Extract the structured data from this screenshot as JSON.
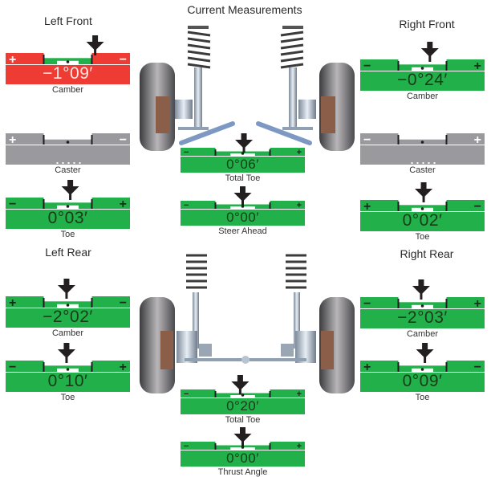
{
  "header": {
    "title": "Current Measurements"
  },
  "colors": {
    "in_spec": "#22b04a",
    "out_of_spec": "#ee3b34",
    "not_measured": "#9a9a9e",
    "pointer": "#231f20",
    "value_text_dark": "#1a3a1a",
    "value_text_light": "#fde6e2"
  },
  "sections": {
    "left_front": {
      "title": "Left Front"
    },
    "right_front": {
      "title": "Right Front"
    },
    "left_rear": {
      "title": "Left Rear"
    },
    "right_rear": {
      "title": "Right Rear"
    }
  },
  "gauges": {
    "lf_camber": {
      "label": "Camber",
      "value": "−1°09′",
      "status": "out_of_spec",
      "left_sign": "+",
      "right_sign": "−",
      "pointer_position": 0.72
    },
    "lf_caster": {
      "label": "Caster",
      "value": "",
      "status": "not_measured",
      "left_sign": "+",
      "right_sign": "−",
      "pointer_position": null
    },
    "lf_toe": {
      "label": "Toe",
      "value": "0°03′",
      "status": "in_spec",
      "left_sign": "−",
      "right_sign": "+",
      "pointer_position": 0.52
    },
    "rf_camber": {
      "label": "Camber",
      "value": "−0°24′",
      "status": "in_spec",
      "left_sign": "−",
      "right_sign": "+",
      "pointer_position": 0.56
    },
    "rf_caster": {
      "label": "Caster",
      "value": "",
      "status": "not_measured",
      "left_sign": "−",
      "right_sign": "+",
      "pointer_position": null
    },
    "rf_toe": {
      "label": "Toe",
      "value": "0°02′",
      "status": "in_spec",
      "left_sign": "+",
      "right_sign": "−",
      "pointer_position": 0.51
    },
    "front_total_toe": {
      "label": "Total Toe",
      "value": "0°06′",
      "status": "in_spec",
      "left_sign": "−",
      "right_sign": "+",
      "pointer_position": 0.51
    },
    "steer_ahead": {
      "label": "Steer Ahead",
      "value": "0°00′",
      "status": "in_spec",
      "left_sign": "−",
      "right_sign": "+",
      "pointer_position": 0.5
    },
    "lr_camber": {
      "label": "Camber",
      "value": "−2°02′",
      "status": "in_spec",
      "left_sign": "+",
      "right_sign": "−",
      "pointer_position": 0.49
    },
    "lr_toe": {
      "label": "Toe",
      "value": "0°10′",
      "status": "in_spec",
      "left_sign": "−",
      "right_sign": "+",
      "pointer_position": 0.49
    },
    "rr_camber": {
      "label": "Camber",
      "value": "−2°03′",
      "status": "in_spec",
      "left_sign": "−",
      "right_sign": "+",
      "pointer_position": 0.49
    },
    "rr_toe": {
      "label": "Toe",
      "value": "0°09′",
      "status": "in_spec",
      "left_sign": "+",
      "right_sign": "−",
      "pointer_position": 0.52
    },
    "rear_total_toe": {
      "label": "Total Toe",
      "value": "0°20′",
      "status": "in_spec",
      "left_sign": "−",
      "right_sign": "+",
      "pointer_position": 0.48
    },
    "thrust_angle": {
      "label": "Thrust Angle",
      "value": "0°00′",
      "status": "in_spec",
      "left_sign": "−",
      "right_sign": "+",
      "pointer_position": 0.5
    }
  },
  "illustrations": {
    "front": "front-suspension-illustration",
    "rear": "rear-suspension-illustration"
  }
}
